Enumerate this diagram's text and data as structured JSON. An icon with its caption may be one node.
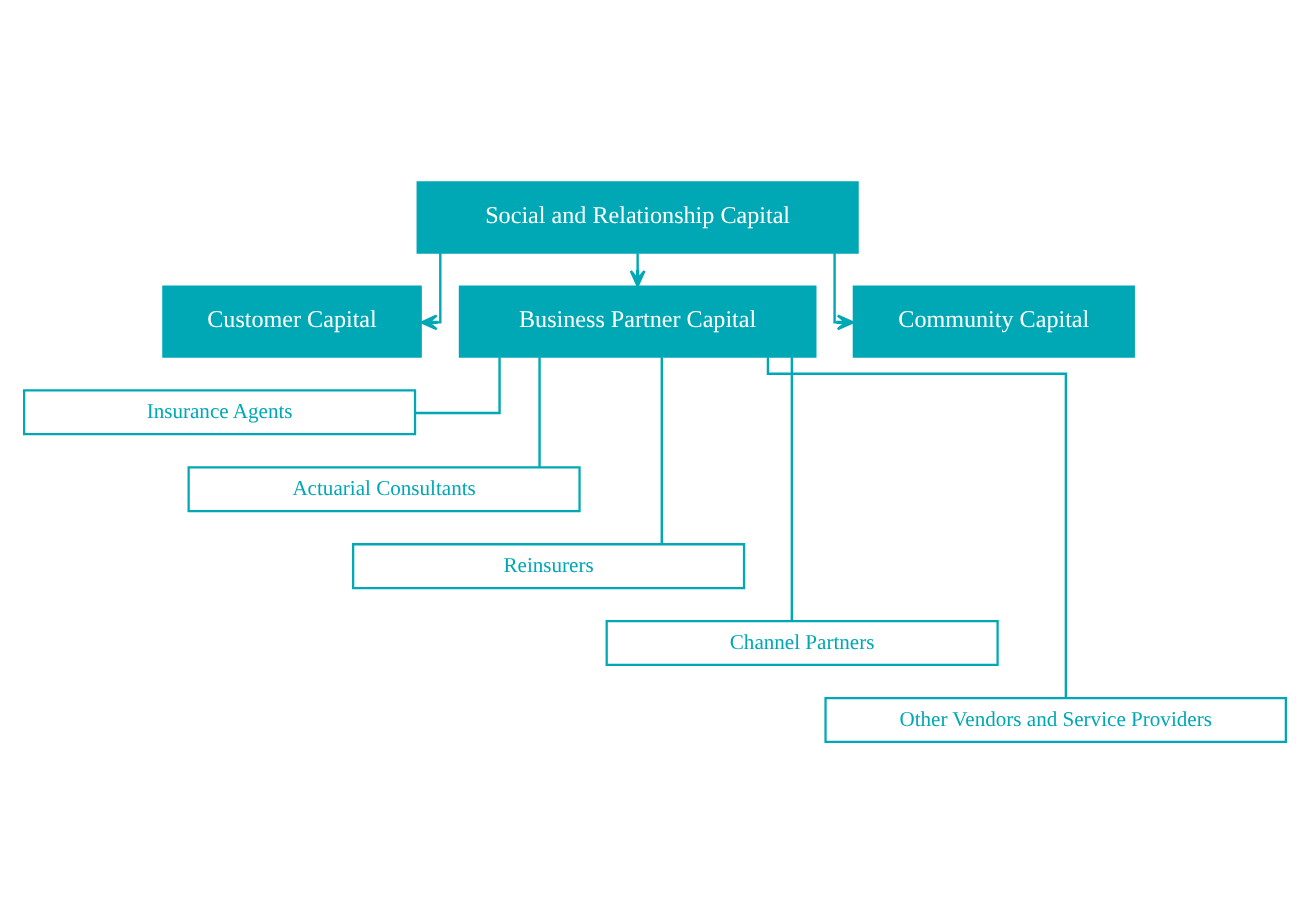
{
  "diagram": {
    "nodes": [
      {
        "text": [
          "Social and Relationship Capital"
        ]
      },
      {
        "text": [
          "Customer Capital"
        ]
      },
      {
        "text": [
          "Business Partner Capital"
        ]
      },
      {
        "text": [
          "Community Capital"
        ]
      },
      {
        "text": [
          "Insurance Agents"
        ]
      },
      {
        "text": [
          "Actuarial Consultants"
        ]
      },
      {
        "text": [
          "Reinsurers"
        ]
      },
      {
        "text": [
          "Channel Partners"
        ]
      },
      {
        "text": [
          "Other Vendors and Service Providers"
        ]
      }
    ],
    "edges": [
      {
        "from": 0,
        "to": 1,
        "arrow": "to"
      },
      {
        "from": 0,
        "to": 2,
        "arrow": "to"
      },
      {
        "from": 0,
        "to": 3,
        "arrow": "to"
      },
      {
        "from": 2,
        "to": 4,
        "arrow": "none"
      },
      {
        "from": 2,
        "to": 5,
        "arrow": "none"
      },
      {
        "from": 2,
        "to": 6,
        "arrow": "none"
      },
      {
        "from": 2,
        "to": 7,
        "arrow": "none"
      },
      {
        "from": 2,
        "to": 8,
        "arrow": "none"
      }
    ]
  }
}
